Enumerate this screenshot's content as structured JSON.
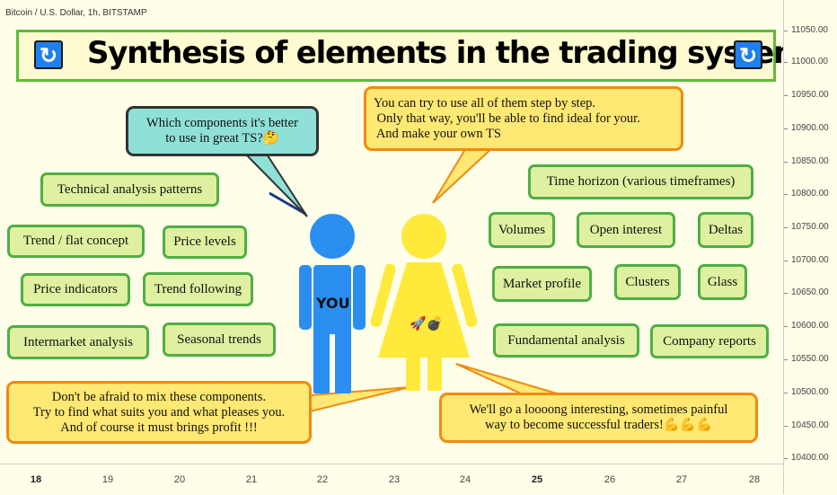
{
  "chart_header": {
    "symbol": "Bitcoin / U.S. Dollar, 1h, BITSTAMP"
  },
  "price_axis": [
    "11050.00",
    "11000.00",
    "10950.00",
    "10900.00",
    "10850.00",
    "10800.00",
    "10750.00",
    "10700.00",
    "10650.00",
    "10600.00",
    "10550.00",
    "10500.00",
    "10450.00",
    "10400.00"
  ],
  "time_axis": [
    "18",
    "19",
    "20",
    "21",
    "22",
    "23",
    "24",
    "25",
    "26",
    "27",
    "28"
  ],
  "title": {
    "text": "Synthesis of elements in the trading system",
    "icon": "refresh-icon"
  },
  "question_bubble": {
    "line1": "Which components it's better",
    "line2": "to use in great TS?🤔"
  },
  "advice_bubble": {
    "line1": "You can try to use all of them step by step.",
    "line2": " Only that way, you'll be able to find ideal for your.",
    "line3": " And make your own TS"
  },
  "mix_bubble": {
    "line1": "Don't be afraid to mix these components.",
    "line2": "Try to find what suits you and what pleases you.",
    "line3": "And of course it must brings profit !!!"
  },
  "journey_bubble": {
    "line1": "We'll go a loooong interesting, sometimes painful",
    "line2": "way to become successful traders!💪💪💪"
  },
  "figures": {
    "you_label": "YOU",
    "icons": "🚀💣"
  },
  "left_components": {
    "technical_patterns": "Technical analysis patterns",
    "trend_flat": "Trend / flat concept",
    "price_levels": "Price levels",
    "price_indicators": "Price indicators",
    "trend_following": "Trend following",
    "intermarket": "Intermarket analysis",
    "seasonal": "Seasonal trends"
  },
  "right_components": {
    "time_horizon": "Time horizon (various timeframes)",
    "volumes": "Volumes",
    "open_interest": "Open interest",
    "deltas": "Deltas",
    "market_profile": "Market profile",
    "clusters": "Clusters",
    "glass": "Glass",
    "fundamental": "Fundamental analysis",
    "company_reports": "Company reports"
  },
  "colors": {
    "background": "#fffee8",
    "chip_fill": "#dff0a0",
    "chip_border": "#4fae45",
    "orange_bubble": "#ffe873",
    "orange_border": "#f08a12",
    "teal_bubble": "#8fe0d6",
    "man": "#2a8ff0",
    "woman": "#ffe93a"
  }
}
